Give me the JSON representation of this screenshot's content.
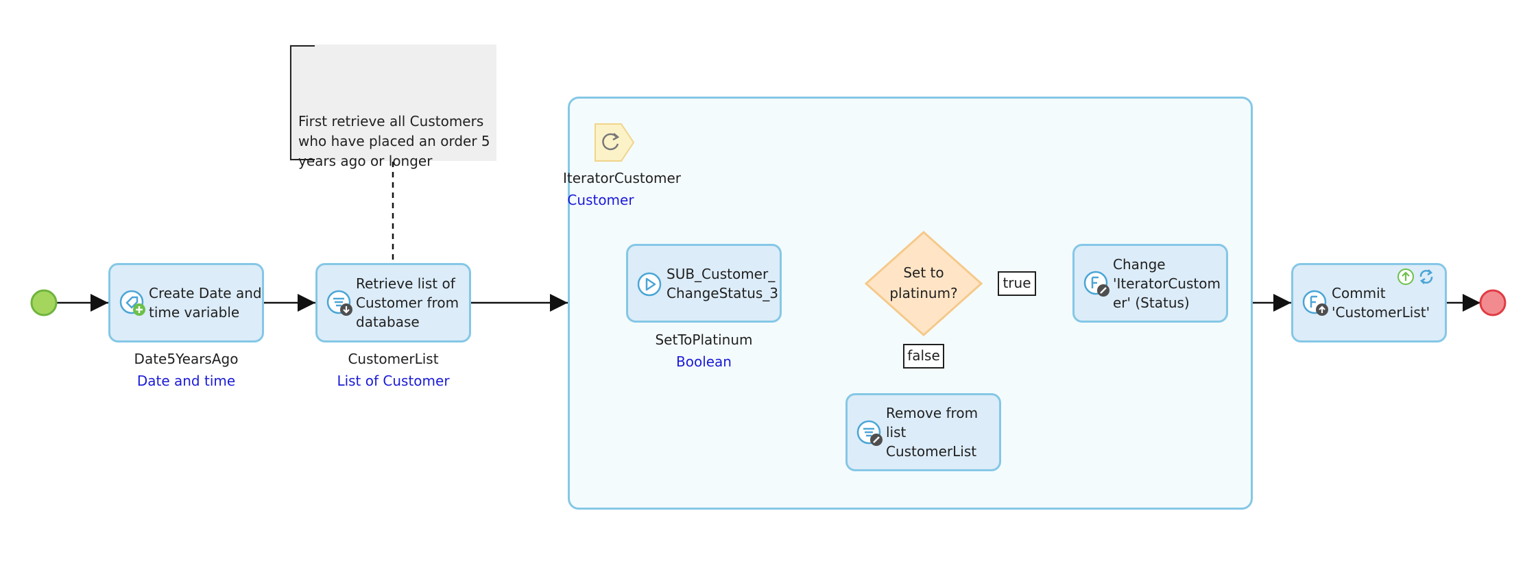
{
  "diagram": {
    "nodes": {
      "create_date": {
        "label": "Create Date and\ntime variable",
        "var_name": "Date5YearsAgo",
        "var_type": "Date and time",
        "icon": "create-variable-icon"
      },
      "retrieve_list": {
        "label": "Retrieve list of\nCustomer from\ndatabase",
        "var_name": "CustomerList",
        "var_type": "List of Customer",
        "icon": "retrieve-database-icon"
      },
      "loop": {
        "iterator_name": "IteratorCustomer",
        "iterator_type": "Customer",
        "icon": "loop-icon"
      },
      "sub_call": {
        "label": "SUB_Customer_\nChangeStatus_3",
        "var_name": "SetToPlatinum",
        "var_type": "Boolean",
        "icon": "play-icon"
      },
      "decision": {
        "label": "Set to\nplatinum?"
      },
      "change_object": {
        "label": "Change\n'IteratorCustom\ner' (Status)",
        "icon": "change-object-icon"
      },
      "remove_from_list": {
        "label": "Remove from\nlist CustomerList",
        "icon": "change-list-icon"
      },
      "commit": {
        "label": "Commit\n'CustomerList'",
        "icon": "commit-object-icon"
      }
    },
    "annotation": {
      "text": "First retrieve all Customers\nwho have placed an order 5\nyears ago or longer"
    },
    "edge_labels": {
      "true_label": "true",
      "false_label": "false"
    },
    "colors": {
      "start_event": "#a4d65e",
      "end_event": "#f28b8f",
      "activity_fill": "#dcecf8",
      "activity_border": "#84c7e6",
      "decision_fill": "#ffe5c6",
      "decision_border": "#f5c98a",
      "type_text": "#1a1ad6"
    }
  }
}
